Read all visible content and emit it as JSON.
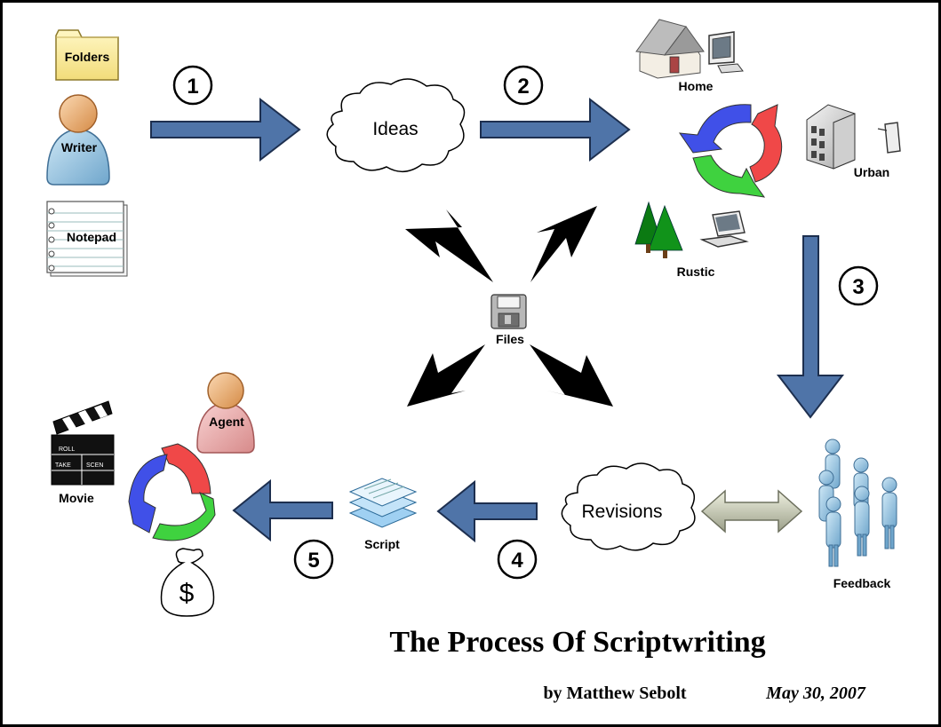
{
  "icons": {
    "folders": "Folders",
    "writer": "Writer",
    "notepad": "Notepad",
    "home": "Home",
    "urban": "Urban",
    "rustic": "Rustic",
    "files": "Files",
    "feedback": "Feedback",
    "script": "Script",
    "agent": "Agent",
    "movie": "Movie",
    "money_symbol": "$",
    "clapper_line1": "TAKE",
    "clapper_line2": "SCEN",
    "clapper_line3": "ROLL"
  },
  "clouds": {
    "ideas": "Ideas",
    "revisions": "Revisions"
  },
  "steps": [
    "1",
    "2",
    "3",
    "4",
    "5"
  ],
  "footer": {
    "title": "The Process Of Scriptwriting",
    "author": "by Matthew Sebolt",
    "date": "May 30, 2007"
  },
  "colors": {
    "arrow_blue": "#4F74A8",
    "cycle_red": "#F04848",
    "cycle_green": "#3FD23F",
    "cycle_blue": "#4050E8"
  }
}
